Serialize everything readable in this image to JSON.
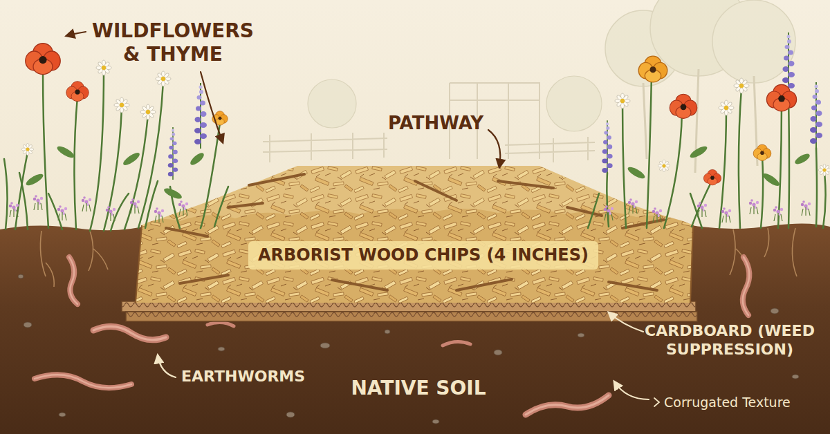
{
  "diagram": {
    "nodes": [
      {
        "text": [
          "ARBORIST WOOD CHIPS (4 INCHES)"
        ]
      }
    ],
    "labels": [
      "WILDFLOWERS & THYME",
      "PATHWAY",
      "CARDBOARD (WEED SUPPRESSION)",
      "EARTHWORMS",
      "NATIVE SOIL",
      "Corrugated Texture"
    ]
  }
}
